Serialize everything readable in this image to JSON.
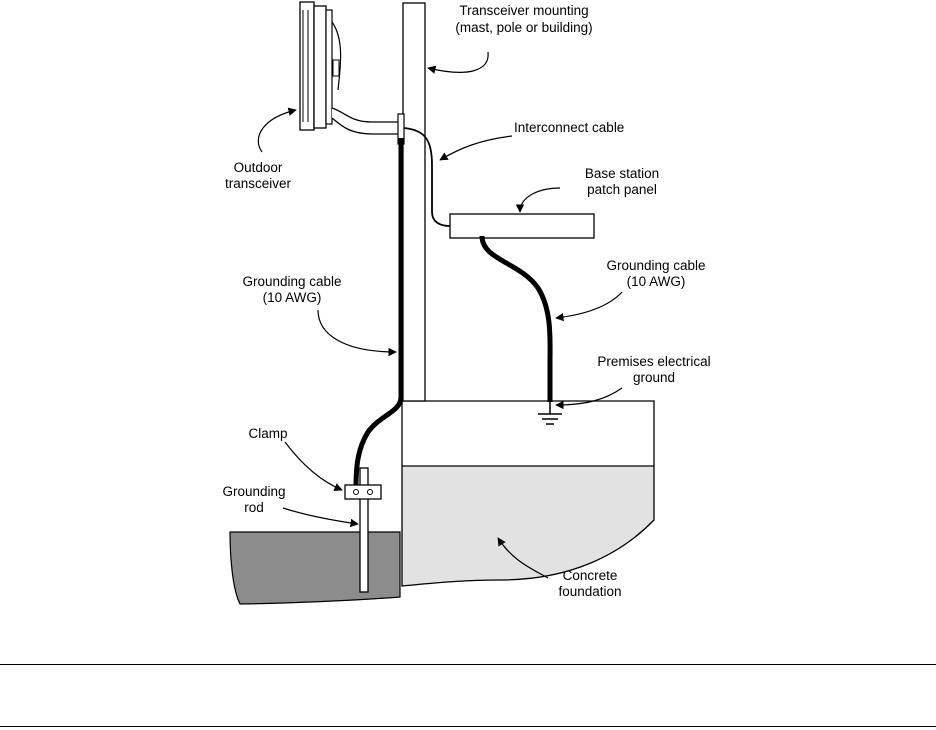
{
  "labels": {
    "transceiver_mounting_line1": "Transceiver mounting",
    "transceiver_mounting_line2": "(mast, pole or building)",
    "interconnect_cable": "Interconnect cable",
    "outdoor_transceiver_line1": "Outdoor",
    "outdoor_transceiver_line2": "transceiver",
    "base_station_line1": "Base station",
    "base_station_line2": "patch panel",
    "grounding_cable_left_line1": "Grounding cable",
    "grounding_cable_left_line2": "(10 AWG)",
    "grounding_cable_right_line1": "Grounding cable",
    "grounding_cable_right_line2": "(10 AWG)",
    "premises_ground_line1": "Premises electrical",
    "premises_ground_line2": "ground",
    "clamp": "Clamp",
    "grounding_rod_line1": "Grounding",
    "grounding_rod_line2": "rod",
    "concrete_line1": "Concrete",
    "concrete_line2": "foundation"
  },
  "colors": {
    "line": "#000000",
    "earth": "#8c8c8c",
    "concrete_lower": "#e2e2e2",
    "background": "#ffffff"
  }
}
